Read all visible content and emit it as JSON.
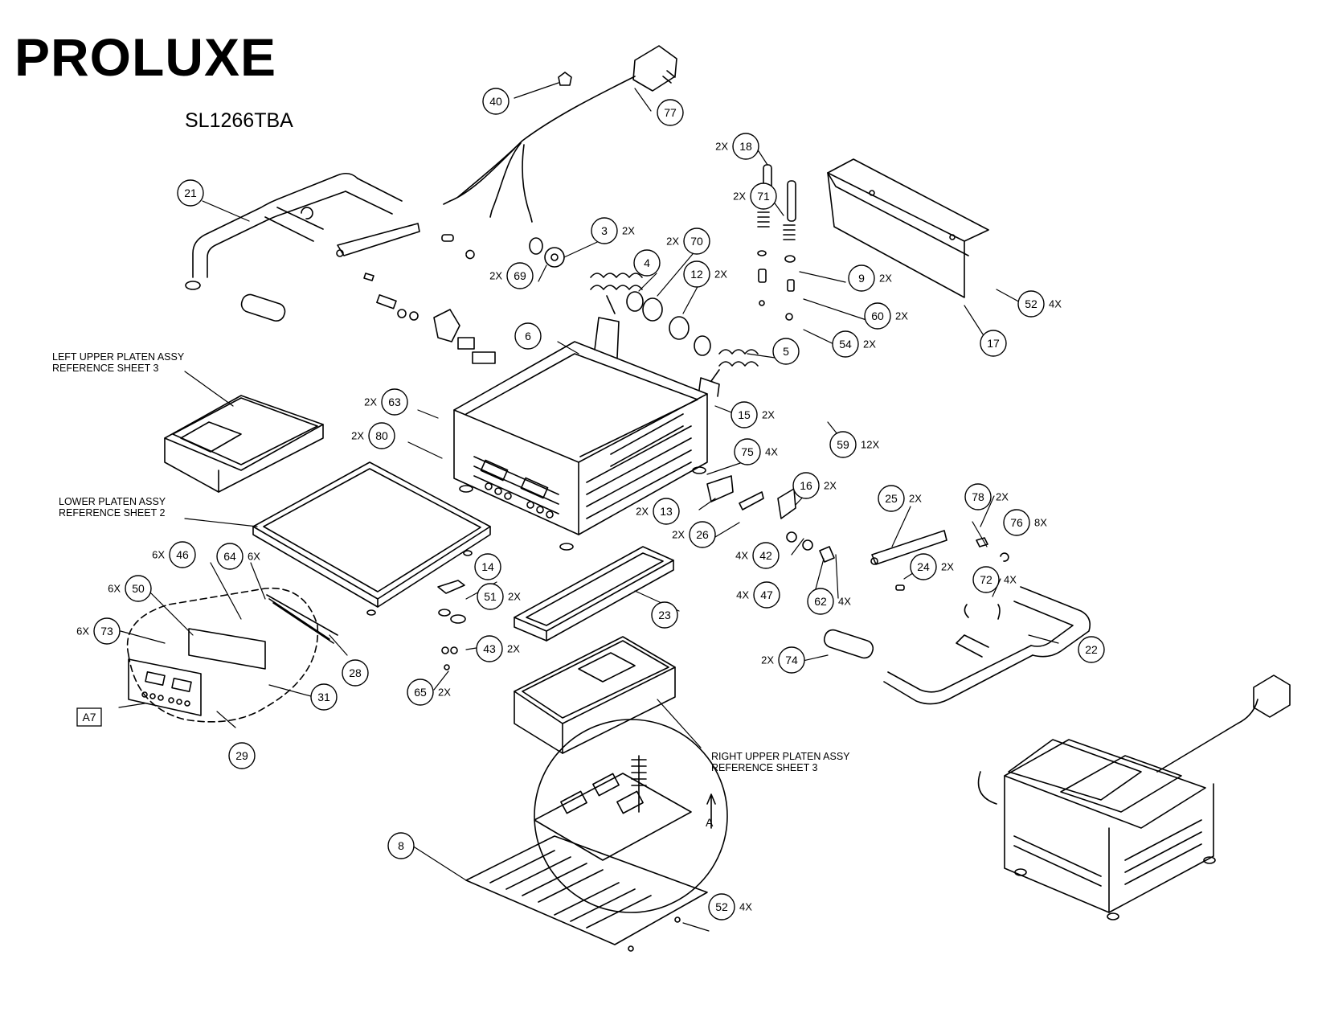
{
  "header": {
    "brand": "PROLUXE",
    "model": "SL1266TBA"
  },
  "reference_notes": {
    "left_upper": [
      "LEFT UPPER PLATEN ASSY",
      "REFERENCE SHEET 3"
    ],
    "lower": [
      "LOWER PLATEN ASSY",
      "REFERENCE SHEET 2"
    ],
    "right_upper": [
      "RIGHT UPPER PLATEN ASSY",
      "REFERENCE SHEET 3"
    ]
  },
  "detail_label": "A",
  "assembly_tag": "A7",
  "callouts": [
    {
      "num": "40",
      "qty": ""
    },
    {
      "num": "77",
      "qty": ""
    },
    {
      "num": "18",
      "qty": "2X"
    },
    {
      "num": "71",
      "qty": "2X"
    },
    {
      "num": "21",
      "qty": ""
    },
    {
      "num": "3",
      "qty": "2X"
    },
    {
      "num": "70",
      "qty": "2X"
    },
    {
      "num": "69",
      "qty": "2X"
    },
    {
      "num": "4",
      "qty": ""
    },
    {
      "num": "12",
      "qty": "2X"
    },
    {
      "num": "9",
      "qty": "2X"
    },
    {
      "num": "52",
      "qty": "4X"
    },
    {
      "num": "60",
      "qty": "2X"
    },
    {
      "num": "6",
      "qty": ""
    },
    {
      "num": "5",
      "qty": ""
    },
    {
      "num": "54",
      "qty": "2X"
    },
    {
      "num": "17",
      "qty": ""
    },
    {
      "num": "15",
      "qty": "2X"
    },
    {
      "num": "63",
      "qty": "2X"
    },
    {
      "num": "80",
      "qty": "2X"
    },
    {
      "num": "59",
      "qty": "12X"
    },
    {
      "num": "75",
      "qty": "4X"
    },
    {
      "num": "16",
      "qty": "2X"
    },
    {
      "num": "25",
      "qty": "2X"
    },
    {
      "num": "78",
      "qty": "2X"
    },
    {
      "num": "13",
      "qty": "2X"
    },
    {
      "num": "26",
      "qty": "2X"
    },
    {
      "num": "76",
      "qty": "8X"
    },
    {
      "num": "42",
      "qty": "4X"
    },
    {
      "num": "24",
      "qty": "2X"
    },
    {
      "num": "46",
      "qty": "6X"
    },
    {
      "num": "64",
      "qty": "6X"
    },
    {
      "num": "14",
      "qty": ""
    },
    {
      "num": "72",
      "qty": "4X"
    },
    {
      "num": "50",
      "qty": "6X"
    },
    {
      "num": "47",
      "qty": "4X"
    },
    {
      "num": "62",
      "qty": "4X"
    },
    {
      "num": "51",
      "qty": "2X"
    },
    {
      "num": "73",
      "qty": "6X"
    },
    {
      "num": "23",
      "qty": ""
    },
    {
      "num": "22",
      "qty": ""
    },
    {
      "num": "43",
      "qty": "2X"
    },
    {
      "num": "28",
      "qty": ""
    },
    {
      "num": "74",
      "qty": "2X"
    },
    {
      "num": "65",
      "qty": "2X"
    },
    {
      "num": "31",
      "qty": ""
    },
    {
      "num": "29",
      "qty": ""
    },
    {
      "num": "8",
      "qty": ""
    },
    {
      "num": "52",
      "qty": "4X"
    }
  ],
  "colors": {
    "line": "#000000",
    "background": "#ffffff"
  }
}
